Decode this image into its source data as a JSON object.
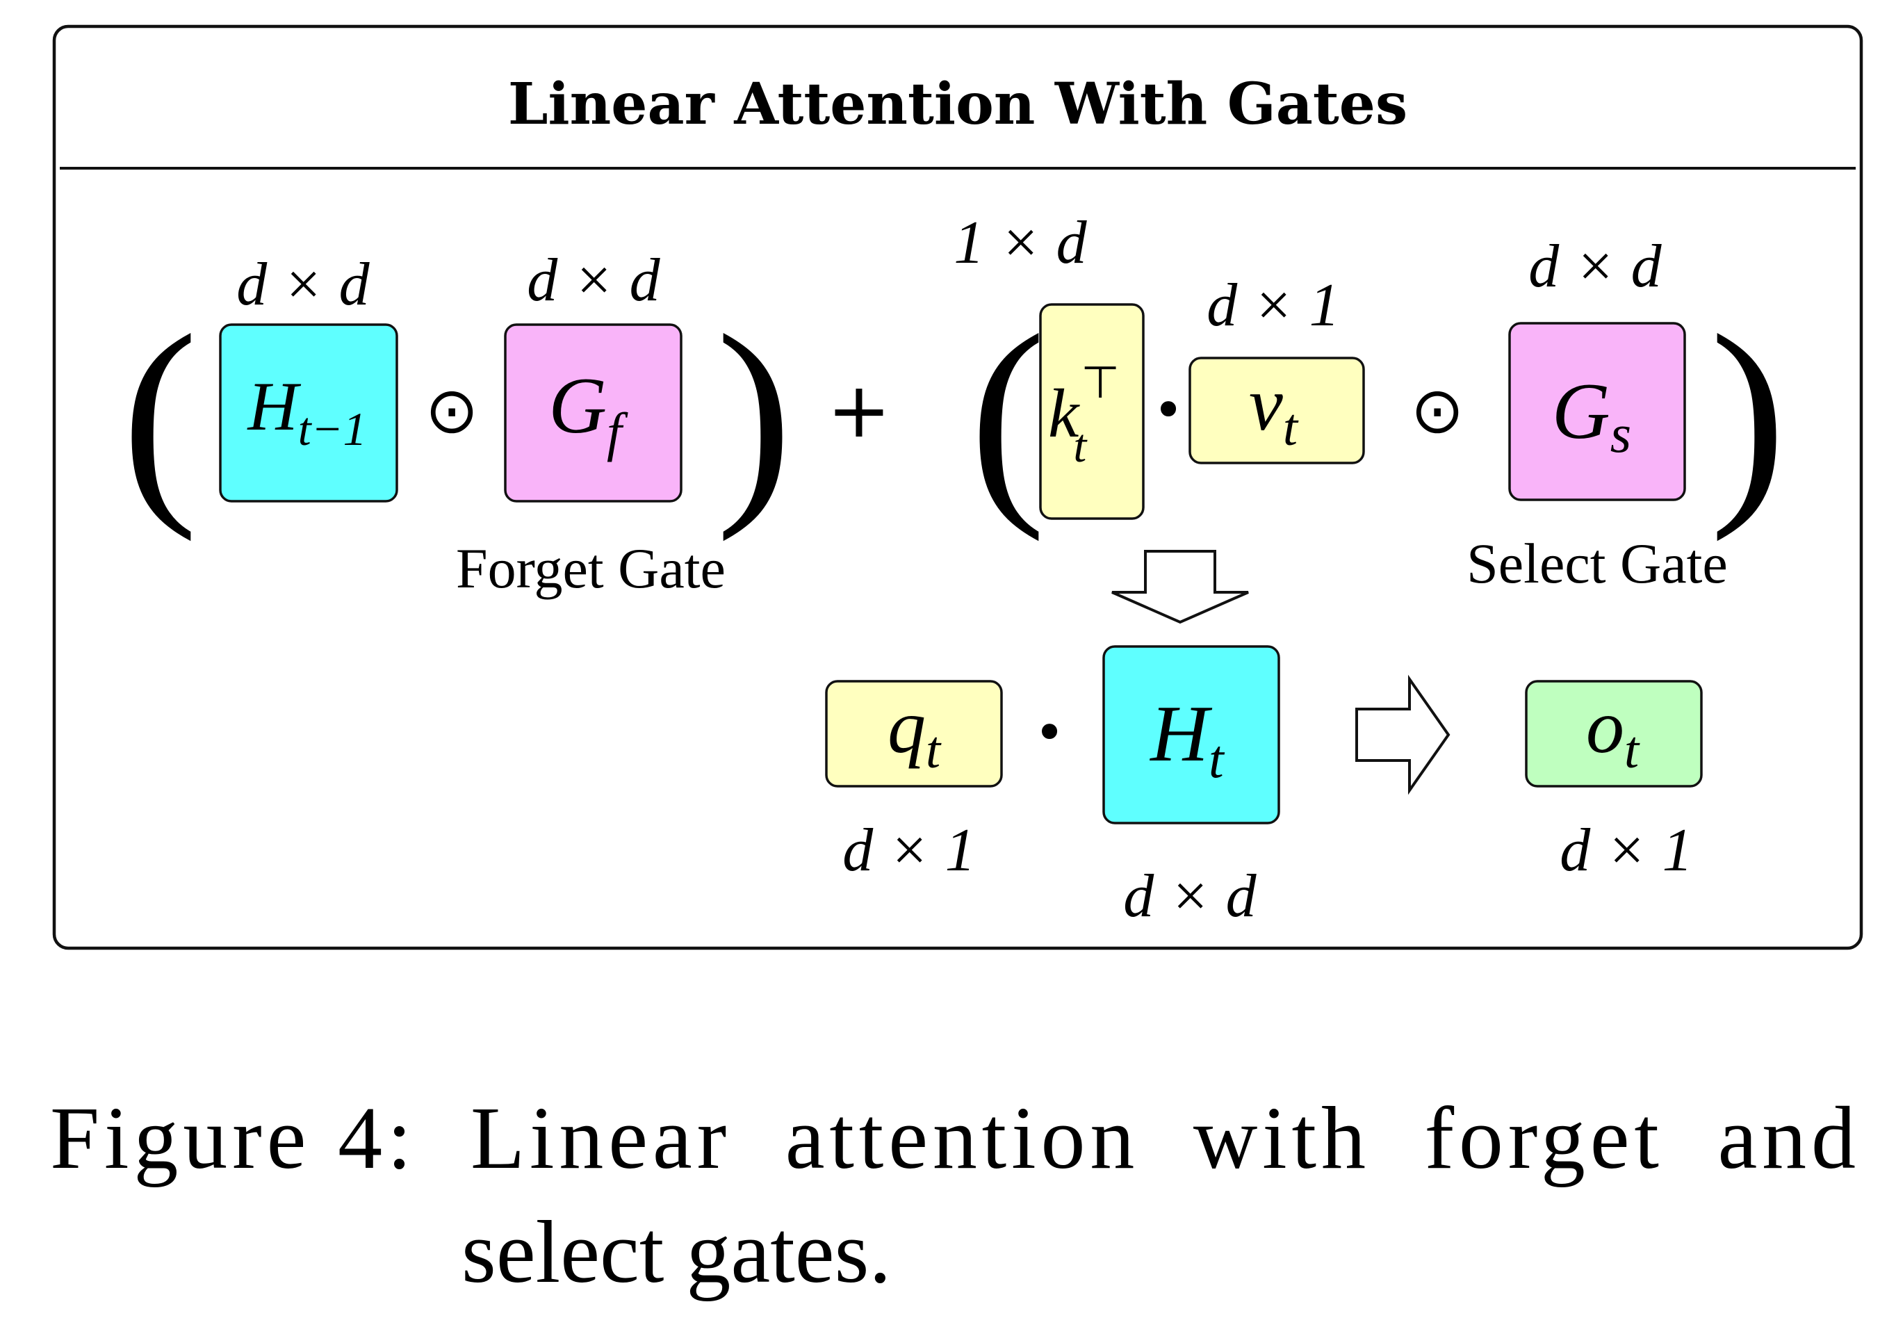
{
  "figure": {
    "title": "Linear Attention With Gates",
    "forget_gate_label": "Forget Gate",
    "select_gate_label": "Select Gate",
    "operators": {
      "plus": "+",
      "hadamard": "⊙",
      "dot": "•",
      "open_paren": "(",
      "close_paren": ")"
    },
    "dims": {
      "h_prev": "d × d",
      "g_f": "d × d",
      "k_t": "1 × d",
      "v_t": "d × 1",
      "g_s": "d × d",
      "q_t": "d × 1",
      "h_t": "d × d",
      "o_t": "d × 1"
    },
    "boxes": {
      "h_prev": {
        "base": "H",
        "sub": "t−1",
        "sup": "",
        "color": "#5fffff"
      },
      "g_f": {
        "base": "G",
        "sub": "f",
        "sup": "",
        "color": "#f9b4f9"
      },
      "k_t": {
        "base": "k",
        "sub": "t",
        "sup": "⊤",
        "color": "#ffffbf"
      },
      "v_t": {
        "base": "v",
        "sub": "t",
        "sup": "",
        "color": "#ffffbf"
      },
      "g_s": {
        "base": "G",
        "sub": "s",
        "sup": "",
        "color": "#f9b4f9"
      },
      "q_t": {
        "base": "q",
        "sub": "t",
        "sup": "",
        "color": "#ffffbf"
      },
      "h_t": {
        "base": "H",
        "sub": "t",
        "sup": "",
        "color": "#5fffff"
      },
      "o_t": {
        "base": "o",
        "sub": "t",
        "sup": "",
        "color": "#bfffbf"
      }
    }
  },
  "caption": {
    "line1": "Figure 4:  Linear  attention  with  forget  and",
    "line2": "select gates."
  }
}
